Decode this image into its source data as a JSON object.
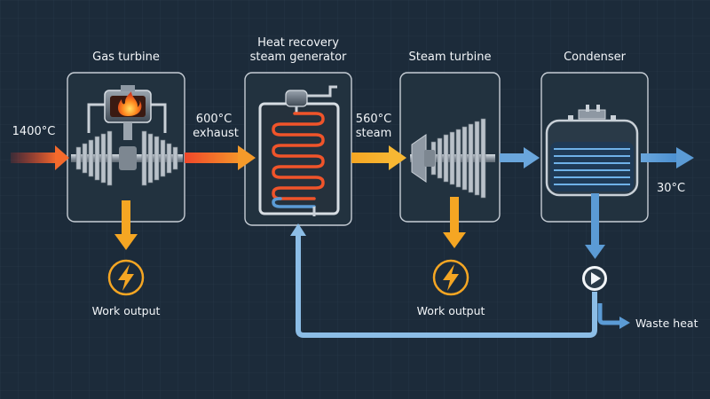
{
  "components": {
    "gas_turbine": "Gas turbine",
    "hrsg_line1": "Heat recovery",
    "hrsg_line2": "steam generator",
    "steam_turbine": "Steam turbine",
    "condenser": "Condenser"
  },
  "streams": {
    "inlet_temp": "1400°C",
    "exhaust_temp": "600°C",
    "exhaust_label": "exhaust",
    "steam_temp": "560°C",
    "steam_label": "steam",
    "outlet_temp": "30°C"
  },
  "outputs": {
    "gas_work": "Work output",
    "steam_work": "Work output",
    "waste_heat": "Waste heat"
  },
  "icons": {
    "flame": "flame-icon",
    "lightning": "lightning-icon",
    "pump": "pump-icon"
  },
  "colors": {
    "hot_flow": "#f0582a",
    "steam_flow": "#f5a623",
    "cold_flow": "#5b9bd5",
    "work": "#f5a623",
    "background": "#1c2b3a"
  }
}
